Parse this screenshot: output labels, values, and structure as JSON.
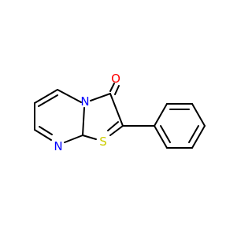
{
  "molecule": {
    "atoms": [
      {
        "id": "O",
        "symbol": "O",
        "color": "#ff0000"
      },
      {
        "id": "N1",
        "symbol": "N",
        "color": "#0000ff"
      },
      {
        "id": "N2",
        "symbol": "N",
        "color": "#0000ff"
      },
      {
        "id": "S",
        "symbol": "S",
        "color": "#cccc00"
      }
    ],
    "bond_color": "#000000",
    "background": "#ffffff"
  }
}
